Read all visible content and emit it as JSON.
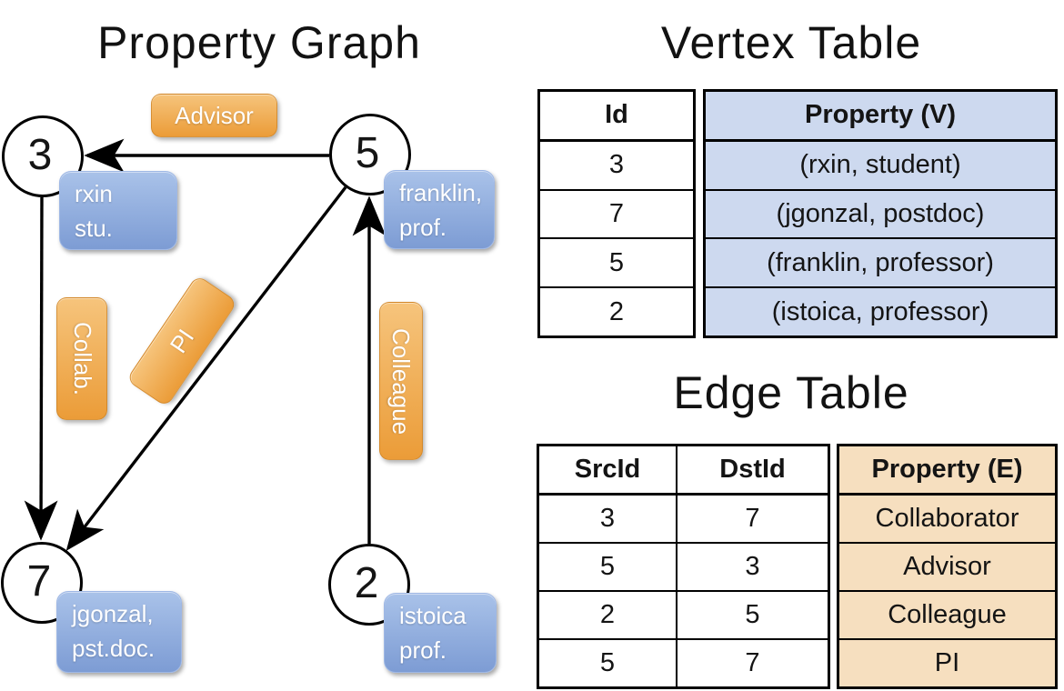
{
  "graph": {
    "title": "Property Graph",
    "nodes": [
      {
        "id": "3",
        "property_line1": "rxin",
        "property_line2": "stu."
      },
      {
        "id": "5",
        "property_line1": "franklin,",
        "property_line2": "prof."
      },
      {
        "id": "7",
        "property_line1": "jgonzal,",
        "property_line2": "pst.doc."
      },
      {
        "id": "2",
        "property_line1": "istoica",
        "property_line2": "prof."
      }
    ],
    "edge_labels": {
      "advisor": "Advisor",
      "collab": "Collab.",
      "pi": "PI",
      "colleague": "Colleague"
    }
  },
  "vertex_table": {
    "title": "Vertex Table",
    "id_header": "Id",
    "property_header": "Property (V)",
    "rows": [
      {
        "id": "3",
        "property": "(rxin, student)"
      },
      {
        "id": "7",
        "property": "(jgonzal, postdoc)"
      },
      {
        "id": "5",
        "property": "(franklin, professor)"
      },
      {
        "id": "2",
        "property": "(istoica, professor)"
      }
    ]
  },
  "edge_table": {
    "title": "Edge Table",
    "src_header": "SrcId",
    "dst_header": "DstId",
    "property_header": "Property (E)",
    "rows": [
      {
        "src": "3",
        "dst": "7",
        "property": "Collaborator"
      },
      {
        "src": "5",
        "dst": "3",
        "property": "Advisor"
      },
      {
        "src": "2",
        "dst": "5",
        "property": "Colleague"
      },
      {
        "src": "5",
        "dst": "7",
        "property": "PI"
      }
    ]
  },
  "colors": {
    "vertex_property_fill": "#cdd9ef",
    "edge_property_fill": "#f6dfbf",
    "vertex_box_gradient_top": "#a9c2e9",
    "vertex_box_gradient_bottom": "#7d9cd4",
    "edge_box_gradient_top": "#f6c47c",
    "edge_box_gradient_bottom": "#eb9c38",
    "line_color": "#000000"
  }
}
